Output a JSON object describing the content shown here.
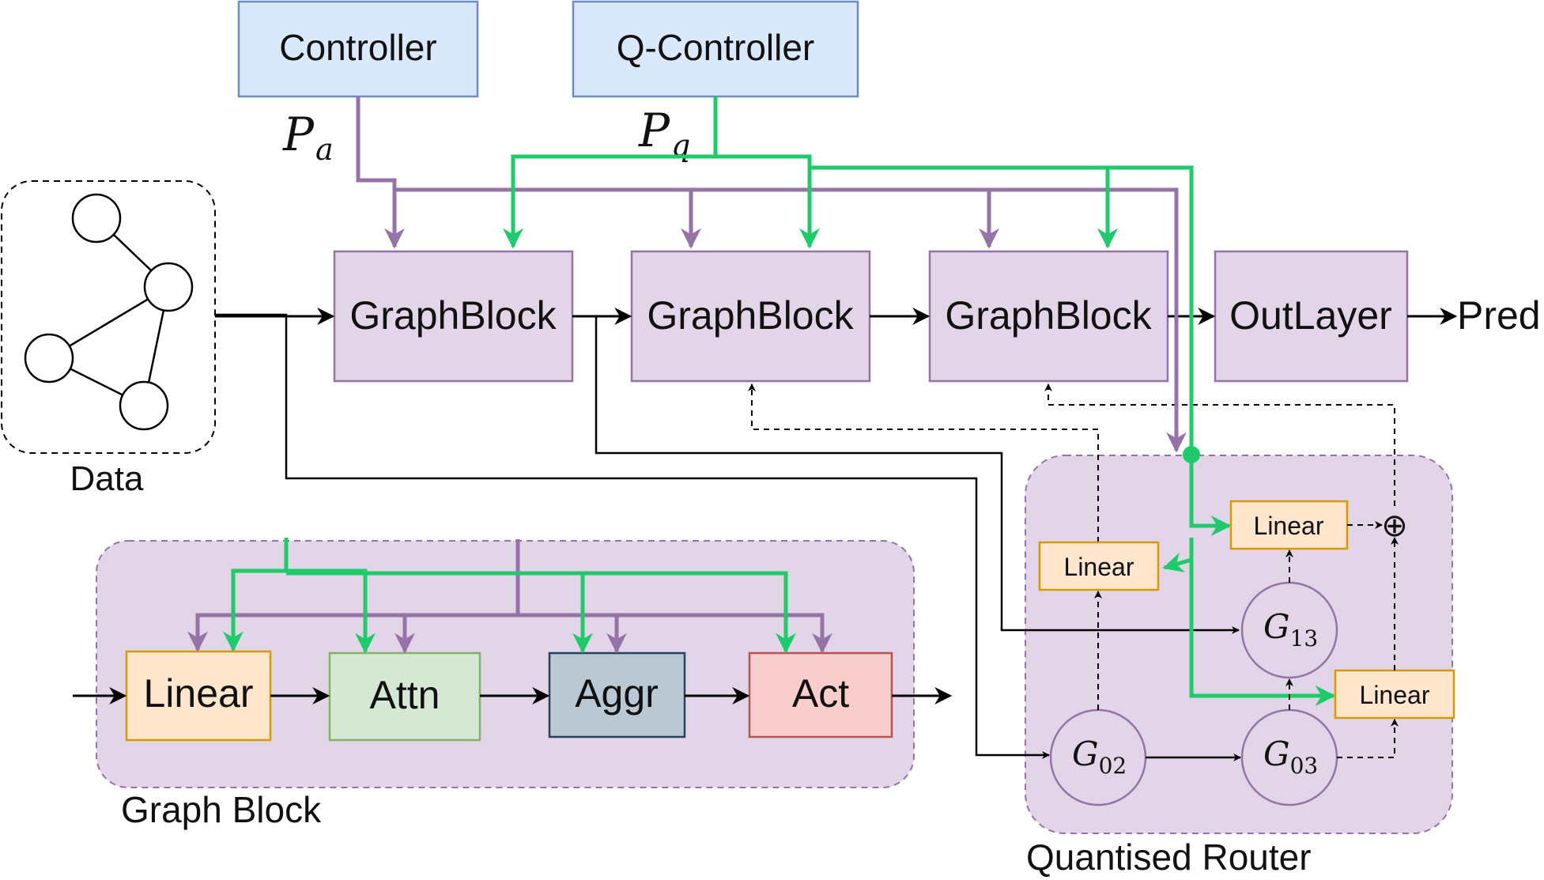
{
  "diagram": {
    "controller": "Controller",
    "q_controller": "Q-Controller",
    "pa_symbol": "P",
    "pa_sub": "a",
    "pq_symbol": "P",
    "pq_sub": "q",
    "data_label": "Data",
    "graph_blocks": [
      "GraphBlock",
      "GraphBlock",
      "GraphBlock"
    ],
    "out_layer": "OutLayer",
    "pred": "Pred",
    "graph_block_detail": {
      "title": "Graph Block",
      "linear": "Linear",
      "attn": "Attn",
      "aggr": "Aggr",
      "act": "Act"
    },
    "router": {
      "title": "Quantised Router",
      "linears": [
        "Linear",
        "Linear",
        "Linear"
      ],
      "nodes": [
        {
          "base": "G",
          "sub": "02"
        },
        {
          "base": "G",
          "sub": "03"
        },
        {
          "base": "G",
          "sub": "13"
        }
      ],
      "sum_symbol": "⊕"
    }
  },
  "colors": {
    "controller_fill": "#dae8fc",
    "controller_stroke": "#6c8ebf",
    "block_fill": "#e1d5e7",
    "block_stroke": "#9673a6",
    "linear_fill": "#ffe6cc",
    "linear_stroke": "#d79b00",
    "attn_fill": "#d5e8d4",
    "attn_stroke": "#82b366",
    "aggr_fill": "#bac8d3",
    "aggr_stroke": "#23445d",
    "act_fill": "#f8cecc",
    "act_stroke": "#b85450",
    "purple_line": "#9673a6",
    "green_line": "#1fca6a"
  }
}
